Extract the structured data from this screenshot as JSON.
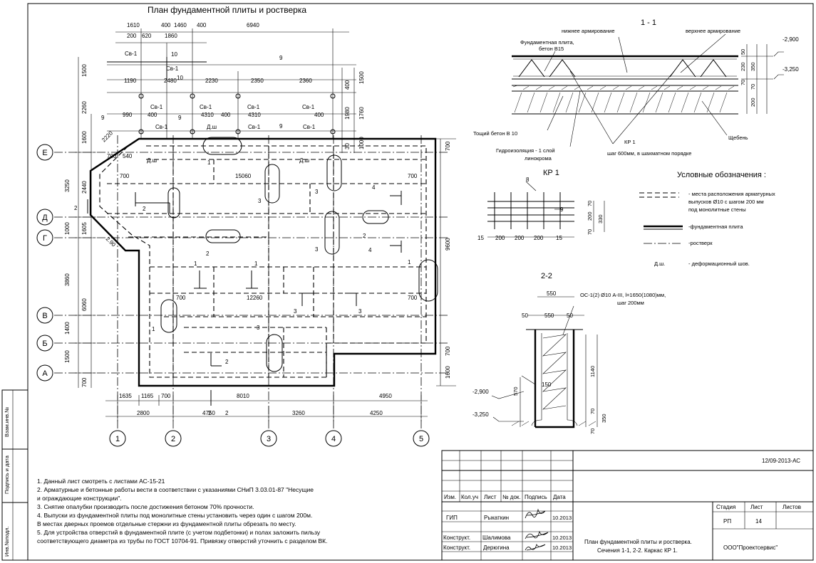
{
  "plan": {
    "title": "План фундаментной плиты и ростверка",
    "axes_letter": [
      "Е",
      "Д",
      "Г",
      "В",
      "Б",
      "А"
    ],
    "axes_number": [
      "1",
      "2",
      "3",
      "4",
      "5"
    ],
    "dims_top": [
      "1610",
      "400",
      "1460",
      "400",
      "6940"
    ],
    "dims_top2": [
      "200",
      "620",
      "1860"
    ],
    "dims_row3": [
      "1190",
      "2480",
      "2230",
      "2350",
      "2360"
    ],
    "dims_row4": [
      "990",
      "400",
      "4310",
      "400",
      "4310",
      "400"
    ],
    "dims_bottom1": [
      "1635",
      "1165",
      "700",
      "8010",
      "4950"
    ],
    "dims_bottom2": [
      "2800",
      "4750",
      "3260",
      "4250"
    ],
    "dims_left": [
      "1500",
      "2260",
      "1600",
      "3250",
      "1000",
      "3860",
      "1400",
      "1500",
      "700"
    ],
    "dims_left_inner": [
      "2440",
      "1605",
      "6060"
    ],
    "dims_right": [
      "700",
      "9600",
      "700",
      "1600"
    ],
    "dims_right_top": [
      "1500",
      "400",
      "1980",
      "1760",
      "1000",
      "30"
    ],
    "dims_inner": [
      "2220",
      "700",
      "540",
      "700",
      "15060",
      "700",
      "700",
      "12260",
      "700",
      "2.90"
    ],
    "dims_small": [
      "10",
      "10",
      "9",
      "9",
      "9",
      "9"
    ],
    "marks_sv": [
      "Св-1",
      "Св-1",
      "Св-1",
      "Св-1",
      "Св-1",
      "Св-1",
      "Св-1",
      "Св-1",
      "Св-1"
    ],
    "marks_dsh": [
      "Д.ш",
      "Д.ш",
      "Д.ш"
    ],
    "cut_labels": [
      "1",
      "1",
      "1",
      "1",
      "1",
      "2",
      "2",
      "2",
      "2",
      "2",
      "3",
      "3",
      "3",
      "3",
      "3",
      "3",
      "4",
      "4",
      "2",
      "2"
    ]
  },
  "section11": {
    "title": "1 - 1",
    "labels": [
      "нижнее армирование",
      "верхнее армирование",
      "Фундаментная плита,",
      "бетон В15",
      "Тощий бетон В 10",
      "Гидроизоляция - 1 слой",
      "линокрома",
      "КР 1",
      "шаг 600мм, в шахматном порядке",
      "Щебень"
    ],
    "levels": [
      "-2,900",
      "-3,250"
    ],
    "dims": [
      "50",
      "230",
      "70",
      "350",
      "70",
      "200"
    ]
  },
  "kr1": {
    "title": "КР 1",
    "dims": [
      "8",
      "9",
      "15",
      "200",
      "200",
      "200",
      "15",
      "70",
      "200",
      "70",
      "330"
    ]
  },
  "legend": {
    "title": "Условные обозначения :",
    "items": [
      "- места расположения арматурных",
      "выпусков Ø10 с шагом 200 мм",
      "под монолитные стены",
      "-фундаментная плита",
      "-ростверк",
      "Д.ш.",
      "- деформационный шов."
    ]
  },
  "section22": {
    "title": "2-2",
    "note1": "ОС-1(2) Ø10 А-III, l=1650(1080)мм,",
    "note2": "шаг 200мм",
    "dims": [
      "550",
      "50",
      "550",
      "50",
      "1140",
      "150",
      "570",
      "70",
      "350",
      "70"
    ],
    "levels": [
      "-2,900",
      "-3,250"
    ]
  },
  "notes": [
    "1. Данный лист смотреть с листами АС-15-21",
    "2. Арматурные и бетонные работы вести в соответствии с указаниями СНиП 3.03.01-87 \"Несущие",
    "и ограждающие конструкции\".",
    "3. Снятие опалубки производить после достижения бетоном 70% прочности.",
    "4. Выпуски из фундаментной плиты под монолитные стены установить через один с шагом 200м.",
    "В местах дверных проемов отдельные стержни из фундаментной плиты обрезать по месту.",
    "5. Для устройства отверстий в фундаментной плите (с учетом подбетонки) и полах заложить пильзу",
    "соответствующего диаметра из трубы по ГОСТ 10704-91. Привязку отверстий уточнить с разделом ВК."
  ],
  "side_stamps": [
    "Взам.инв.№",
    "Подпись и дата",
    "Инв.№подл."
  ],
  "title_block": {
    "code": "12/09-2013-АС",
    "col_headers": [
      "Изм.",
      "Кол.уч",
      "Лист",
      "№ док.",
      "Подпись",
      "Дата"
    ],
    "rows": [
      {
        "role": "ГИП",
        "name": "Рыкаткин",
        "date": "10.2013"
      },
      {
        "role": "Конструкт.",
        "name": "Шалимова",
        "date": "10.2013"
      },
      {
        "role": "Конструкт.",
        "name": "Дерюгина",
        "date": "10.2013"
      }
    ],
    "sheet_name_1": "План фундаментной плиты и ростверка.",
    "sheet_name_2": "Сечения 1-1, 2-2. Каркас КР 1.",
    "stage_label": "Стадия",
    "sheet_label": "Лист",
    "sheets_label": "Листов",
    "stage": "РП",
    "sheet": "14",
    "company": "ООО\"Проектсервис\""
  }
}
